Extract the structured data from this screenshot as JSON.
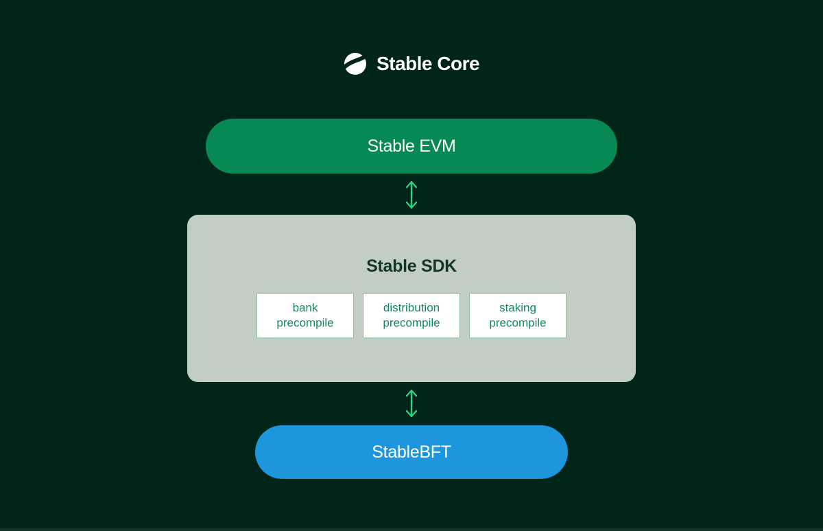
{
  "header": {
    "title": "Stable Core",
    "logo_icon": "stable-logo"
  },
  "diagram": {
    "evm": {
      "label": "Stable EVM",
      "color": "#068952"
    },
    "sdk": {
      "title": "Stable SDK",
      "background": "#c2cec4",
      "title_color": "#143629",
      "precompiles": [
        {
          "label": "bank precompile"
        },
        {
          "label": "distribution precompile"
        },
        {
          "label": "staking precompile"
        }
      ],
      "precompile_text_color": "#108a60"
    },
    "bft": {
      "label": "StableBFT",
      "color": "#1e96de"
    },
    "connectors": [
      {
        "icon": "double-arrow-vertical",
        "from": "Stable EVM",
        "to": "Stable SDK"
      },
      {
        "icon": "double-arrow-vertical",
        "from": "Stable SDK",
        "to": "StableBFT"
      }
    ],
    "arrow_color": "#2ed181"
  },
  "colors": {
    "background": "#02251a",
    "text_light": "#ffffff"
  }
}
